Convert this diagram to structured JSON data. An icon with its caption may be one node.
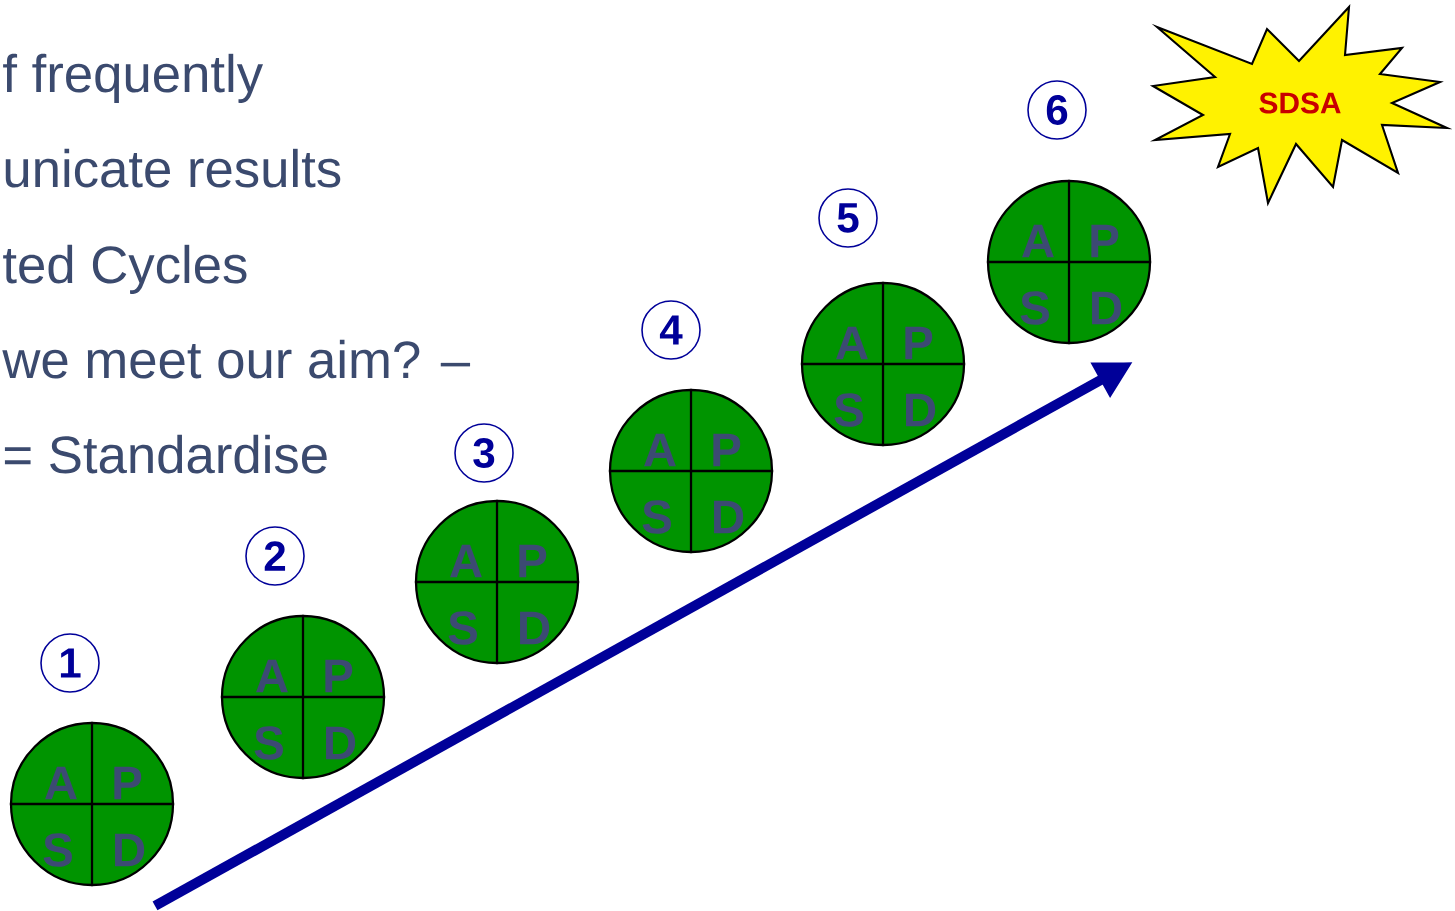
{
  "diagram": {
    "nodes": [
      {
        "text": [
          "1"
        ]
      },
      {
        "text": [
          "A",
          "P",
          "S",
          "D"
        ]
      },
      {
        "text": [
          "2"
        ]
      },
      {
        "text": [
          "A",
          "P",
          "S",
          "D"
        ]
      },
      {
        "text": [
          "3"
        ]
      },
      {
        "text": [
          "A",
          "P",
          "S",
          "D"
        ]
      },
      {
        "text": [
          "4"
        ]
      },
      {
        "text": [
          "A",
          "P",
          "S",
          "D"
        ]
      },
      {
        "text": [
          "5"
        ]
      },
      {
        "text": [
          "A",
          "P",
          "S",
          "D"
        ]
      },
      {
        "text": [
          "6"
        ]
      },
      {
        "text": [
          "A",
          "P",
          "S",
          "D"
        ]
      },
      {
        "text": [
          "SDSA"
        ]
      }
    ],
    "labels": [
      "f frequently",
      "unicate results",
      "ted Cycles",
      "we meet our aim? –",
      "= Standardise"
    ]
  }
}
